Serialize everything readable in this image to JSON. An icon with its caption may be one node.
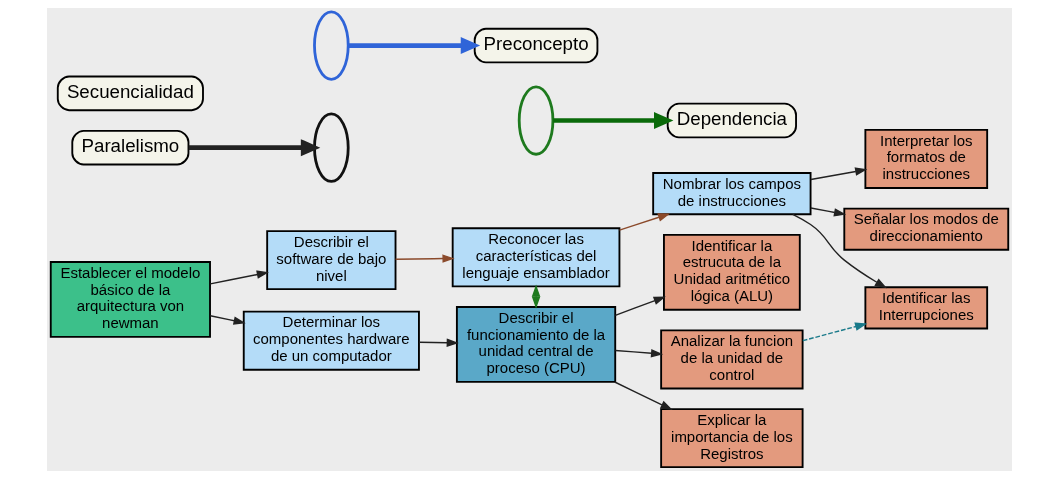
{
  "diagram": {
    "nodes": [
      {
        "text": [
          "Establecer el modelo básico de la arquitectura von newman"
        ]
      },
      {
        "text": [
          "Describir el software de bajo nivel"
        ]
      },
      {
        "text": [
          "Reconocer las características del lenguaje ensamblador"
        ]
      },
      {
        "text": [
          "Nombrar los campos de instrucciones"
        ]
      },
      {
        "text": [
          "Interpretar los formatos de instrucciones"
        ]
      },
      {
        "text": [
          "Señalar los modos de direccionamiento"
        ]
      },
      {
        "text": [
          "Identificar las Interrupciones"
        ]
      },
      {
        "text": [
          "Determinar los componentes hardware de un computador"
        ]
      },
      {
        "text": [
          "Describir el funcionamiento de la unidad central de proceso (CPU)"
        ]
      },
      {
        "text": [
          "Identificar la estrucuta de la Unidad aritmético lógica (ALU)"
        ]
      },
      {
        "text": [
          "Analizar la funcion de la unidad de control"
        ]
      },
      {
        "text": [
          "Explicar la importancia de los Registros"
        ]
      },
      {
        "text": [
          "Paralelismo"
        ]
      },
      {
        "text": [
          "Dependencia"
        ]
      },
      {
        "text": [
          "Preconcepto"
        ]
      },
      {
        "text": [
          "Secuencialidad"
        ]
      },
      {
        "text": [],
        "shape": "ellipse"
      },
      {
        "text": [],
        "shape": "ellipse"
      },
      {
        "text": [],
        "shape": "ellipse"
      }
    ],
    "edges": [
      {
        "from": 0,
        "to": 1,
        "arrow": "to"
      },
      {
        "from": 0,
        "to": 7,
        "arrow": "to"
      },
      {
        "from": 1,
        "to": 2,
        "arrow": "to",
        "color": "#8b4a2b"
      },
      {
        "from": 2,
        "to": 3,
        "arrow": "to",
        "color": "#8b4a2b"
      },
      {
        "from": 3,
        "to": 4,
        "arrow": "to"
      },
      {
        "from": 3,
        "to": 5,
        "arrow": "to"
      },
      {
        "from": 3,
        "to": 6,
        "arrow": "to"
      },
      {
        "from": 7,
        "to": 8,
        "arrow": "to"
      },
      {
        "from": 8,
        "to": 9,
        "arrow": "to"
      },
      {
        "from": 8,
        "to": 10,
        "arrow": "to"
      },
      {
        "from": 8,
        "to": 11,
        "arrow": "to"
      },
      {
        "from": 2,
        "to": 8,
        "arrow": "both",
        "color": "#1e7a1e"
      },
      {
        "from": 10,
        "to": 6,
        "arrow": "to",
        "style": "dashed",
        "color": "#1a7a8a"
      },
      {
        "from": 12,
        "to": 16,
        "arrow": "to",
        "style": "thick"
      },
      {
        "from": 17,
        "to": 13,
        "arrow": "to",
        "style": "thick",
        "color": "#0a6a0a"
      },
      {
        "from": 18,
        "to": 14,
        "arrow": "to",
        "style": "thick",
        "color": "#2f64d8"
      }
    ]
  }
}
